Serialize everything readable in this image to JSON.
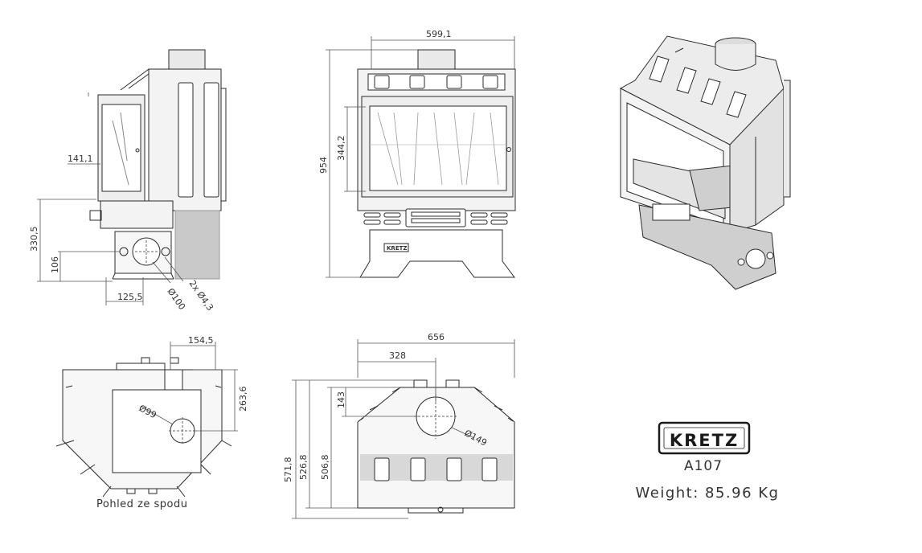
{
  "dimensions": {
    "side_height_lower": "330,5",
    "side_offset": "141,1",
    "side_pipe_height": "106",
    "side_pipe_offset": "125,5",
    "side_pipe_diameter": "Ø100",
    "side_holes": "2x Ø4,3",
    "front_width": "599,1",
    "front_total_height": "954",
    "front_glass_height": "344,2",
    "bottom_offset": "154,5",
    "bottom_depth": "263,6",
    "bottom_pipe_diameter": "Ø99",
    "top_width": "656",
    "top_half_width": "328",
    "top_offset": "143",
    "top_pipe_diameter": "Ø149",
    "top_depth_1": "571,8",
    "top_depth_2": "526,8",
    "top_depth_3": "506,8"
  },
  "bottom_view_caption": "Pohled ze spodu",
  "brand": "KRETZ",
  "model": "A107",
  "weight": "Weight: 85.96 Kg",
  "colors": {
    "line": "#2a2a2a",
    "fill_light": "#e9e9e9",
    "fill_mid": "#c9c9c9",
    "dim_line": "#555555"
  }
}
